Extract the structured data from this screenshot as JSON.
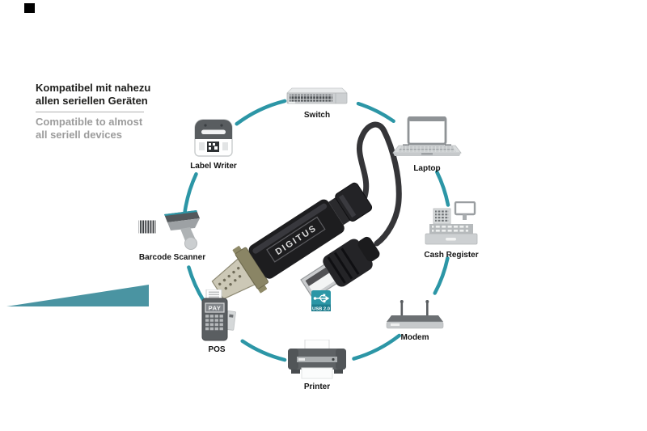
{
  "headline": {
    "de_line1": "Kompatibel mit nahezu",
    "de_line2": "allen seriellen Geräten",
    "en_line1": "Compatible to almost",
    "en_line2": "all seriell devices"
  },
  "devices": [
    {
      "id": "switch",
      "label": "Switch"
    },
    {
      "id": "laptop",
      "label": "Laptop"
    },
    {
      "id": "cash-register",
      "label": "Cash Register"
    },
    {
      "id": "modem",
      "label": "Modem"
    },
    {
      "id": "printer",
      "label": "Printer"
    },
    {
      "id": "pos",
      "label": "POS",
      "screen_text": "PAY"
    },
    {
      "id": "barcode-scanner",
      "label": "Barcode Scanner"
    },
    {
      "id": "label-writer",
      "label": "Label Writer"
    }
  ],
  "product": {
    "brand_text": "DIGITUS",
    "badge_text": "USB 2.0"
  },
  "colors": {
    "ring": "#2C96A6",
    "wedge": "#4A94A2",
    "badge": "#2C96A6",
    "badge_strip": "#1E7D8E",
    "heading": "#1D1D1B",
    "subheading": "#9C9C9C",
    "label": "#141414"
  }
}
